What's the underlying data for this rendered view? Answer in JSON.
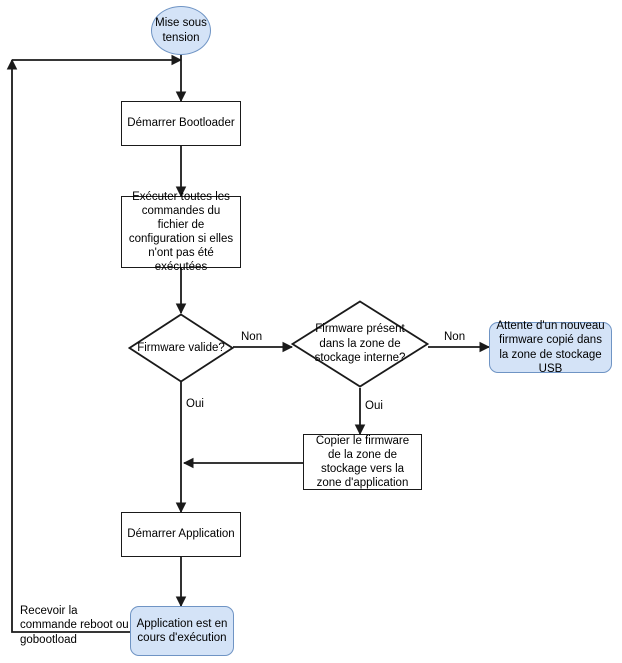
{
  "diagram": {
    "title": "Bootloader firmware update flowchart",
    "language": "fr",
    "colors": {
      "terminal_fill": "#d4e3f7",
      "terminal_stroke": "#6f94c4",
      "process_fill": "#ffffff",
      "process_stroke": "#1a1a1a",
      "edge_stroke": "#1a1a1a",
      "background": "#ffffff"
    }
  },
  "nodes": {
    "start": {
      "label": "Mise sous tension",
      "shape": "circle"
    },
    "start_bootloader": {
      "label": "Démarrer Bootloader",
      "shape": "process"
    },
    "execute_config": {
      "label": "Exécuter toutes les commandes du fichier de configuration si elles n'ont pas été exécutées",
      "shape": "process"
    },
    "firmware_valid": {
      "label": "Firmware valide?",
      "shape": "decision"
    },
    "firmware_in_internal_storage": {
      "label": "Firmware présent dans la zone de stockage interne?",
      "shape": "decision"
    },
    "wait_new_firmware": {
      "label": "Attente d'un nouveau firmware copié dans la zone de stockage USB",
      "shape": "rounded"
    },
    "copy_firmware": {
      "label": "Copier le firmware de la zone de stockage vers la zone d'application",
      "shape": "process"
    },
    "start_application": {
      "label": "Démarrer Application",
      "shape": "process"
    },
    "application_running": {
      "label": "Application est en cours d'exécution",
      "shape": "rounded"
    }
  },
  "edge_labels": {
    "firmware_valid_no": "Non",
    "firmware_valid_yes": "Oui",
    "storage_no": "Non",
    "storage_yes": "Oui",
    "reboot_command": "Recevoir la commande reboot ou gobootload"
  }
}
